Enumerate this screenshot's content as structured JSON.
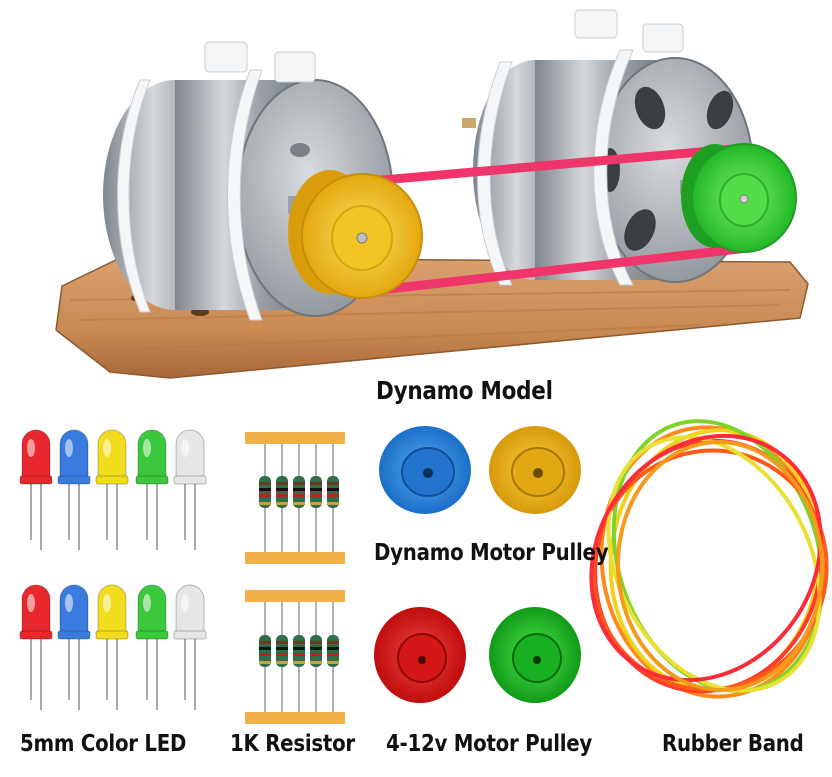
{
  "product": {
    "title": "Dynamo Model"
  },
  "components": {
    "led": {
      "label": "5mm Color LED"
    },
    "resistor": {
      "label": "1K Resistor"
    },
    "dynamo_pulley": {
      "label": "Dynamo Motor Pulley"
    },
    "motor_pulley": {
      "label": "4-12v Motor Pulley"
    },
    "rubber_band": {
      "label": "Rubber Band"
    }
  },
  "colors": {
    "led_red": "#e8282c",
    "led_blue": "#3a7be0",
    "led_yellow": "#f2dc1e",
    "led_green": "#3cc83c",
    "led_white": "#e6e6e6",
    "pulley_yellow": "#f2c21c",
    "pulley_green": "#3ee03a",
    "pulley_blue": "#2a86e0",
    "pulley_red": "#e01e1e",
    "belt_pink": "#f0356a",
    "wood": "#c98a52",
    "metal": "#b8bcc0"
  }
}
